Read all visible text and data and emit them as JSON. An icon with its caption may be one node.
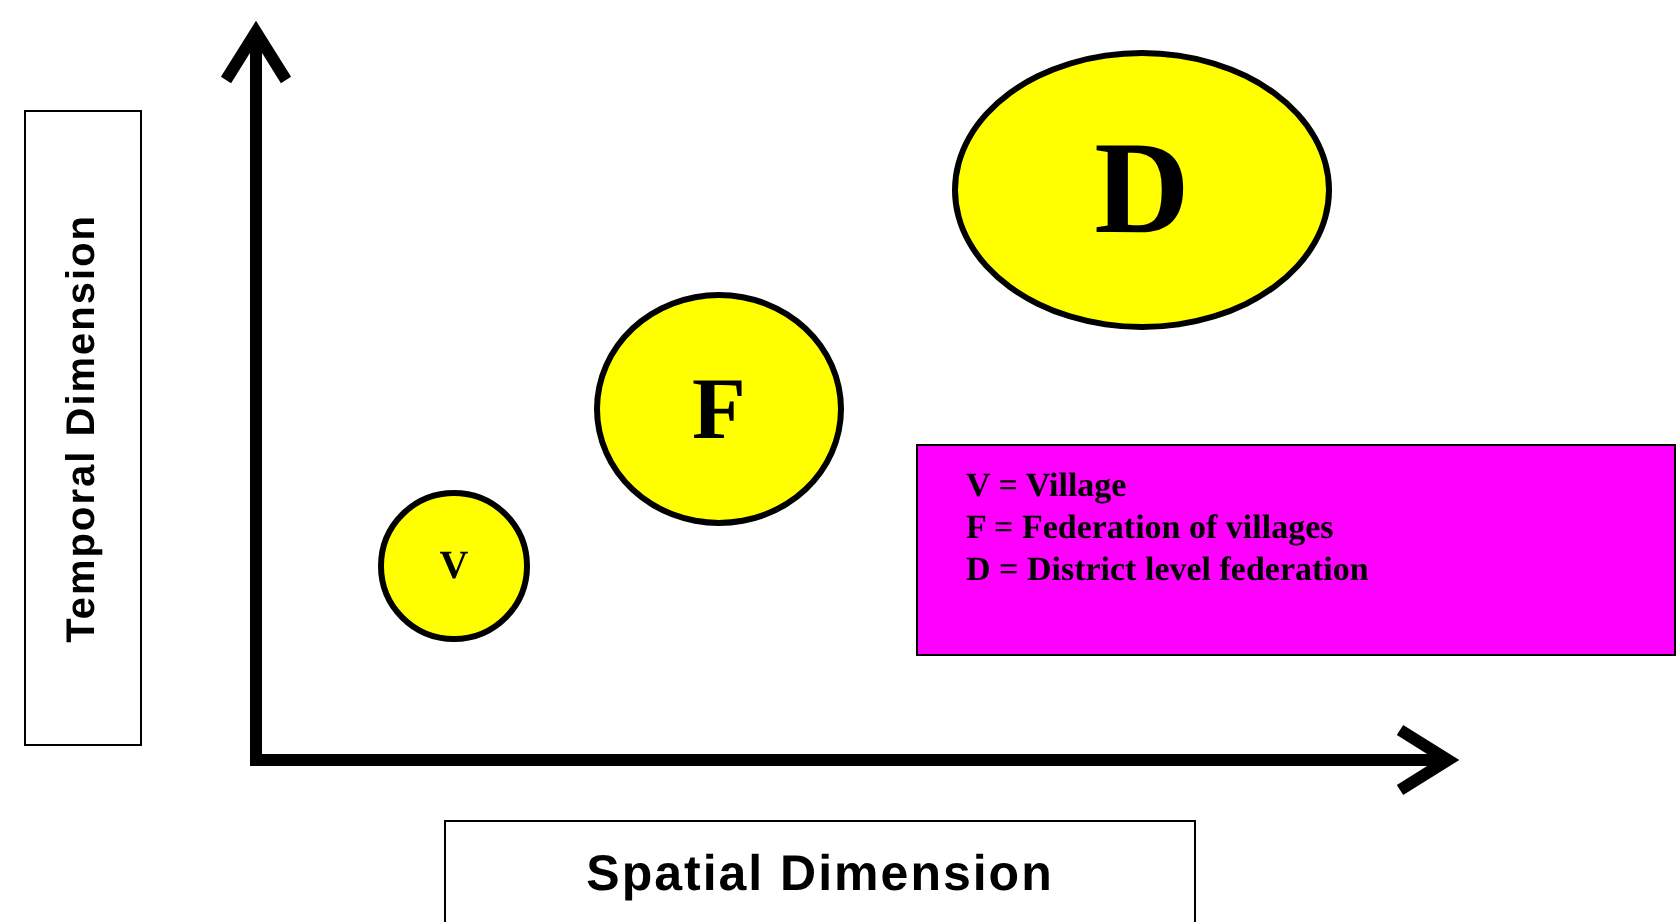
{
  "diagram": {
    "nodes": [
      {
        "text": [
          "D"
        ]
      },
      {
        "text": [
          "F"
        ]
      },
      {
        "text": [
          "V = Village",
          "F = Federation of villages",
          "D = District level federation"
        ]
      },
      {
        "text": [
          "V"
        ]
      },
      {
        "text": [
          "Temporal Dimension"
        ]
      },
      {
        "text": [
          "Spatial Dimension"
        ]
      }
    ]
  }
}
